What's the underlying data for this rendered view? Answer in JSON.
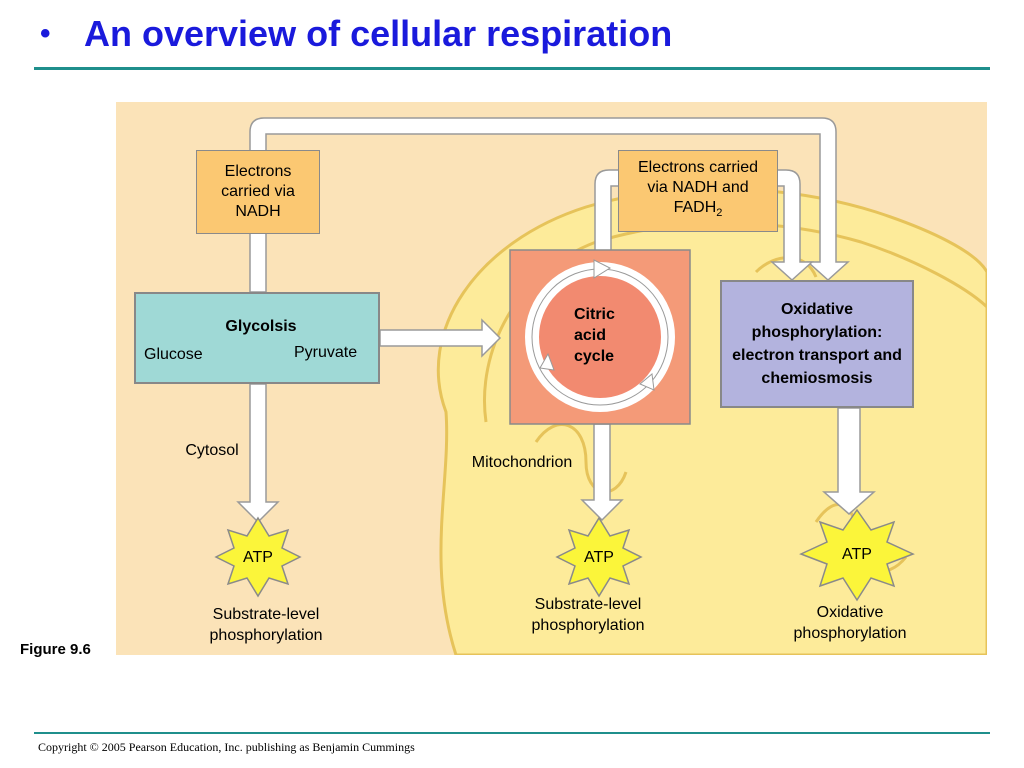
{
  "title": "An overview of cellular respiration",
  "figure_label": "Figure 9.6",
  "copyright": "Copyright © 2005 Pearson Education, Inc. publishing as Benjamin Cummings",
  "diagram": {
    "electrons_nadh": "Electrons carried via NADH",
    "electrons_nadh_fadh_line1": "Electrons carried",
    "electrons_nadh_fadh_line2": "via NADH and",
    "electrons_nadh_fadh_line3": "FADH",
    "electrons_nadh_fadh_sub": "2",
    "glycolysis_title": "Glycolsis",
    "glucose": "Glucose",
    "pyruvate": "Pyruvate",
    "citric_acid_cycle": "Citric acid cycle",
    "oxidative_box": "Oxidative phosphorylation: electron transport and chemiosmosis",
    "cytosol": "Cytosol",
    "mitochondrion": "Mitochondrion",
    "atp_1": "ATP",
    "atp_2": "ATP",
    "atp_3": "ATP",
    "caption_1": "Substrate-level phosphorylation",
    "caption_2": "Substrate-level phosphorylation",
    "caption_3": "Oxidative phosphorylation"
  },
  "colors": {
    "title": "#1a1adc",
    "rule": "#1f8f8c",
    "background_panel": "#fbe3b8",
    "mitochondrion": "#fdeb9a",
    "note_box": "#fbc872",
    "glycolysis_box": "#9fd9d6",
    "citric_box": "#f49a78",
    "oxidative_box": "#b3b3de",
    "atp_burst": "#fbf53a"
  }
}
